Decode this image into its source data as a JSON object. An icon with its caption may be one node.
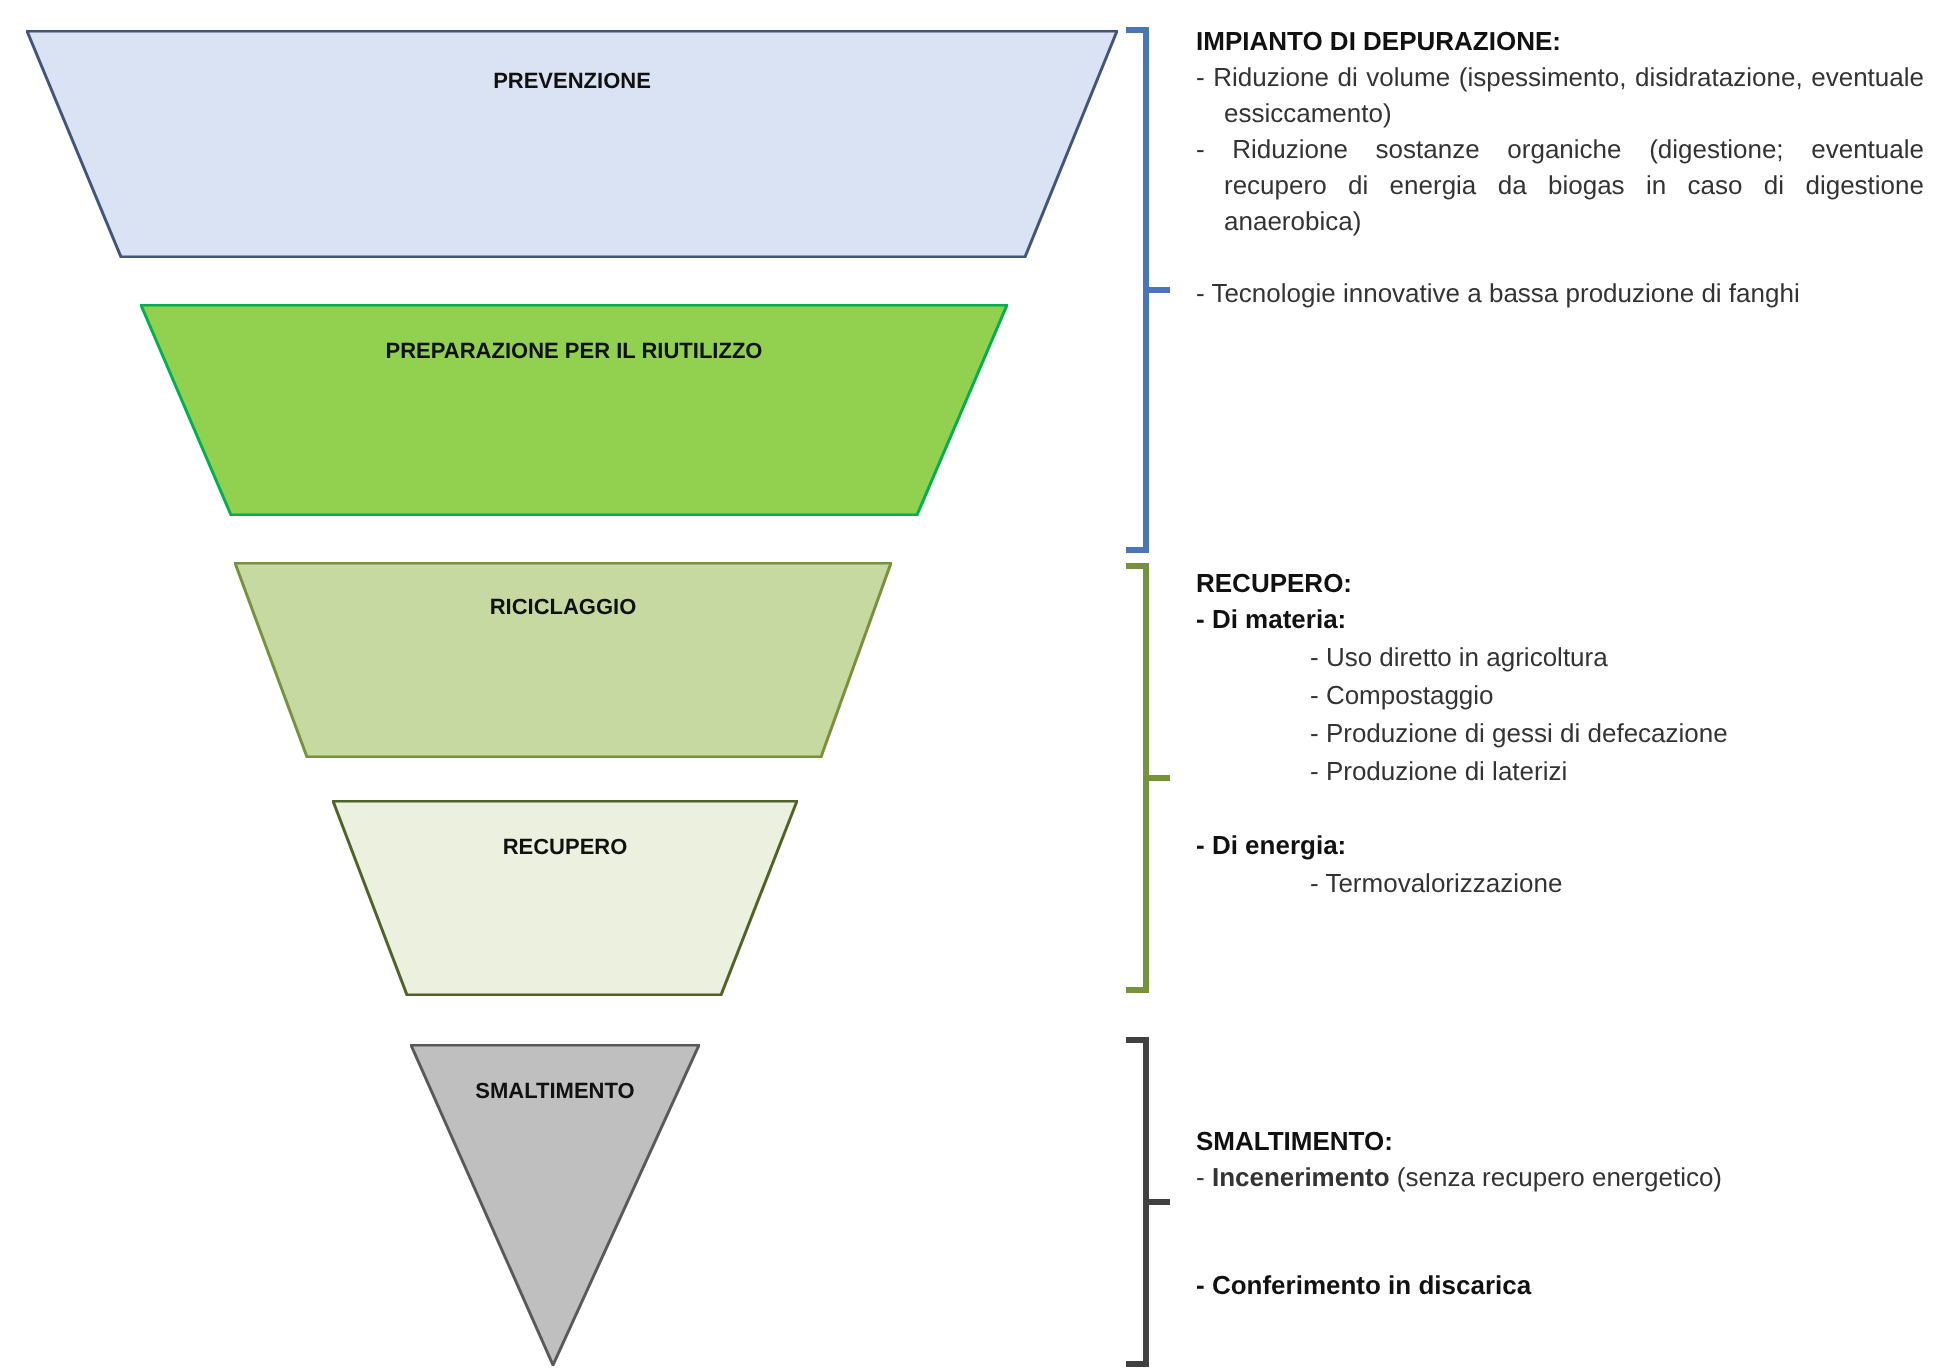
{
  "diagram": {
    "nodes": [
      {
        "text": [
          "PREVENZIONE"
        ]
      },
      {
        "text": [
          "PREPARAZIONE PER IL RIUTILIZZO"
        ]
      },
      {
        "text": [
          "RICICLAGGIO"
        ]
      },
      {
        "text": [
          "RECUPERO"
        ]
      },
      {
        "text": [
          "SMALTIMENTO"
        ]
      }
    ],
    "edges": [],
    "labels": [
      "IMPIANTO DI DEPURAZIONE:",
      "- Riduzione di volume (ispessimento, disidratazione, eventuale essiccamento)",
      "- Riduzione sostanze organiche (digestione; eventuale recupero di energia da biogas in caso di digestione anaerobica)",
      "- Tecnologie innovative a bassa produzione di fanghi",
      "RECUPERO:",
      "- Di materia:",
      "- Uso diretto in agricoltura",
      "- Compostaggio",
      "- Produzione di gessi di defecazione",
      "- Produzione di laterizi",
      "- Di energia:",
      "- Termovalorizzazione",
      "SMALTIMENTO:",
      "- **Incenerimento** (senza recupero energetico)",
      "- Conferimento in discarica"
    ]
  }
}
